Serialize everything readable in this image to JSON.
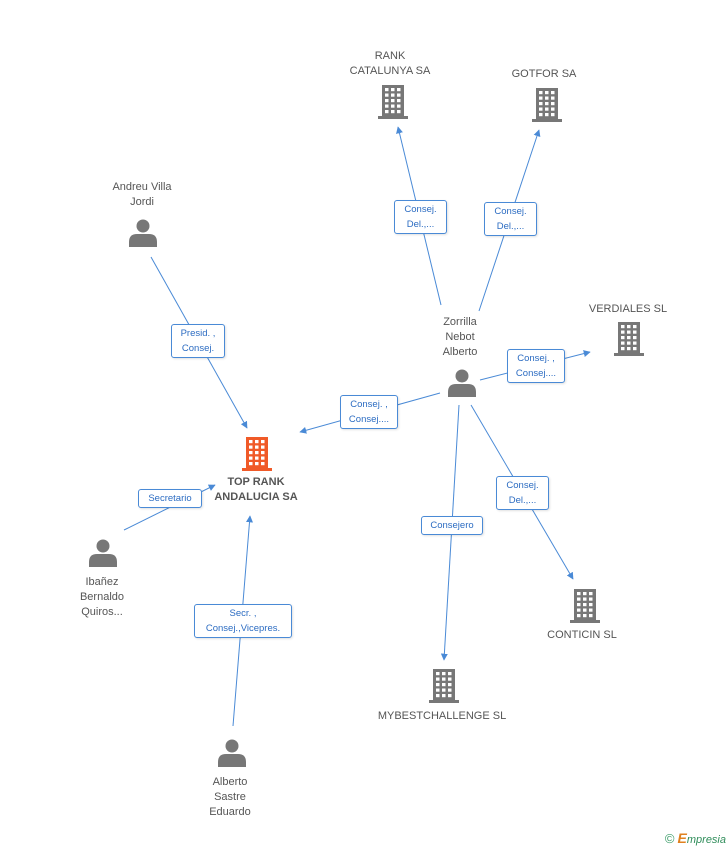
{
  "colors": {
    "edge": "#4a8ad6",
    "node_gray": "#777777",
    "main_company": "#f05a28"
  },
  "nodes": {
    "main": {
      "lines": [
        "TOP RANK",
        "ANDALUCIA SA"
      ],
      "icon": "building-icon"
    },
    "rank_catalunya": {
      "lines": [
        "RANK",
        "CATALUNYA SA"
      ],
      "icon": "building-icon"
    },
    "gotfor": {
      "lines": [
        "GOTFOR SA"
      ],
      "icon": "building-icon"
    },
    "verdiales": {
      "lines": [
        "VERDIALES SL"
      ],
      "icon": "building-icon"
    },
    "conticin": {
      "lines": [
        "CONTICIN SL"
      ],
      "icon": "building-icon"
    },
    "mybestchallenge": {
      "lines": [
        "MYBESTCHALLENGE SL"
      ],
      "icon": "building-icon"
    },
    "andreu": {
      "lines": [
        "Andreu Villa",
        "Jordi"
      ],
      "icon": "person-icon"
    },
    "zorrilla": {
      "lines": [
        "Zorrilla",
        "Nebot",
        "Alberto"
      ],
      "icon": "person-icon"
    },
    "ibanez": {
      "lines": [
        "Ibañez",
        "Bernaldo",
        "Quiros..."
      ],
      "icon": "person-icon"
    },
    "alberto": {
      "lines": [
        "Alberto",
        "Sastre",
        "Eduardo"
      ],
      "icon": "person-icon"
    }
  },
  "edges": {
    "zorrilla_rank": [
      "Consej.",
      "Del.,..."
    ],
    "zorrilla_gotfor": [
      "Consej.",
      "Del.,..."
    ],
    "zorrilla_verdiales": [
      "Consej. ,",
      "Consej...."
    ],
    "zorrilla_main": [
      "Consej. ,",
      "Consej...."
    ],
    "zorrilla_conticin": [
      "Consej.",
      "Del.,..."
    ],
    "zorrilla_mybest": [
      "Consejero"
    ],
    "andreu_main": [
      "Presid. ,",
      "Consej."
    ],
    "ibanez_main": [
      "Secretario"
    ],
    "alberto_main": [
      "Secr. ,",
      "Consej.,Vicepres."
    ]
  },
  "credit": {
    "symbol": "©",
    "brand_initial": "E",
    "brand_rest": "mpresia"
  }
}
